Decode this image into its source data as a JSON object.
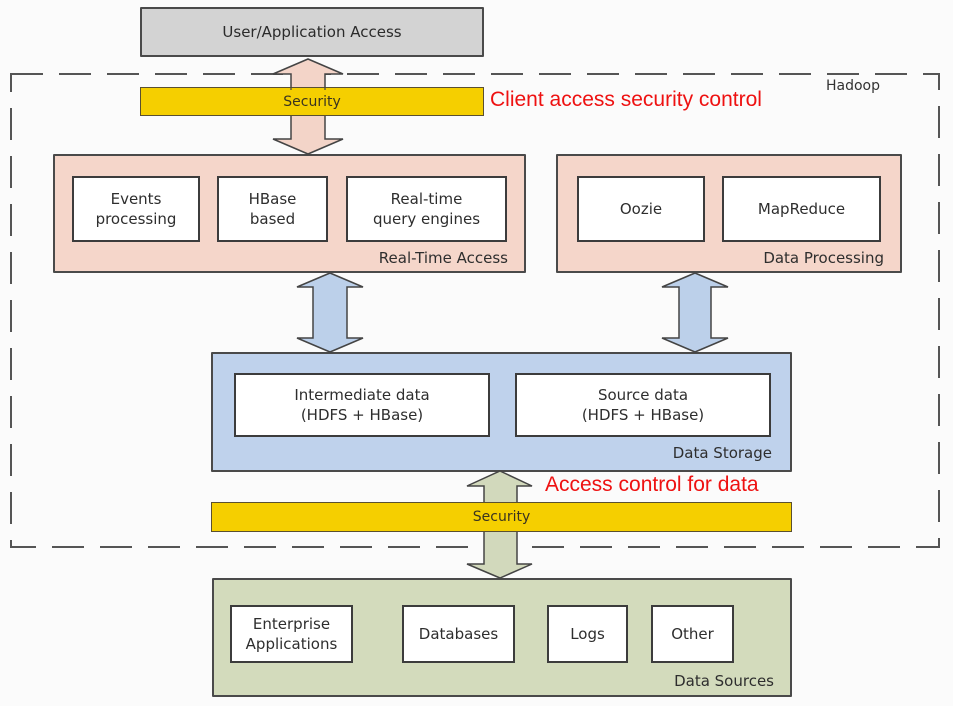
{
  "diagram": {
    "user_access": {
      "label": "User/Application Access"
    },
    "hadoop": {
      "label": "Hadoop"
    },
    "security_top": {
      "label": "Security"
    },
    "annotation_top": {
      "text": "Client access security control"
    },
    "realtime_access": {
      "label": "Real-Time Access",
      "items": [
        "Events\nprocessing",
        "HBase\nbased",
        "Real-time\nquery engines"
      ]
    },
    "data_processing": {
      "label": "Data Processing",
      "items": [
        "Oozie",
        "MapReduce"
      ]
    },
    "data_storage": {
      "label": "Data Storage",
      "items": [
        "Intermediate data\n(HDFS + HBase)",
        "Source data\n(HDFS + HBase)"
      ]
    },
    "annotation_bottom": {
      "text": "Access control for data"
    },
    "security_bottom": {
      "label": "Security"
    },
    "data_sources": {
      "label": "Data Sources",
      "items": [
        "Enterprise\nApplications",
        "Databases",
        "Logs",
        "Other"
      ]
    },
    "colors": {
      "user_access": "#d3d3d3",
      "realtime": "#f5d6ca",
      "storage": "#bfd2ec",
      "sources": "#d3dbbc",
      "security": "#f5cf00",
      "annotation": "#ee1111",
      "arrow_pink": "#f3d4c8",
      "arrow_blue": "#bcd0ea",
      "arrow_green": "#d2d9bc"
    }
  }
}
